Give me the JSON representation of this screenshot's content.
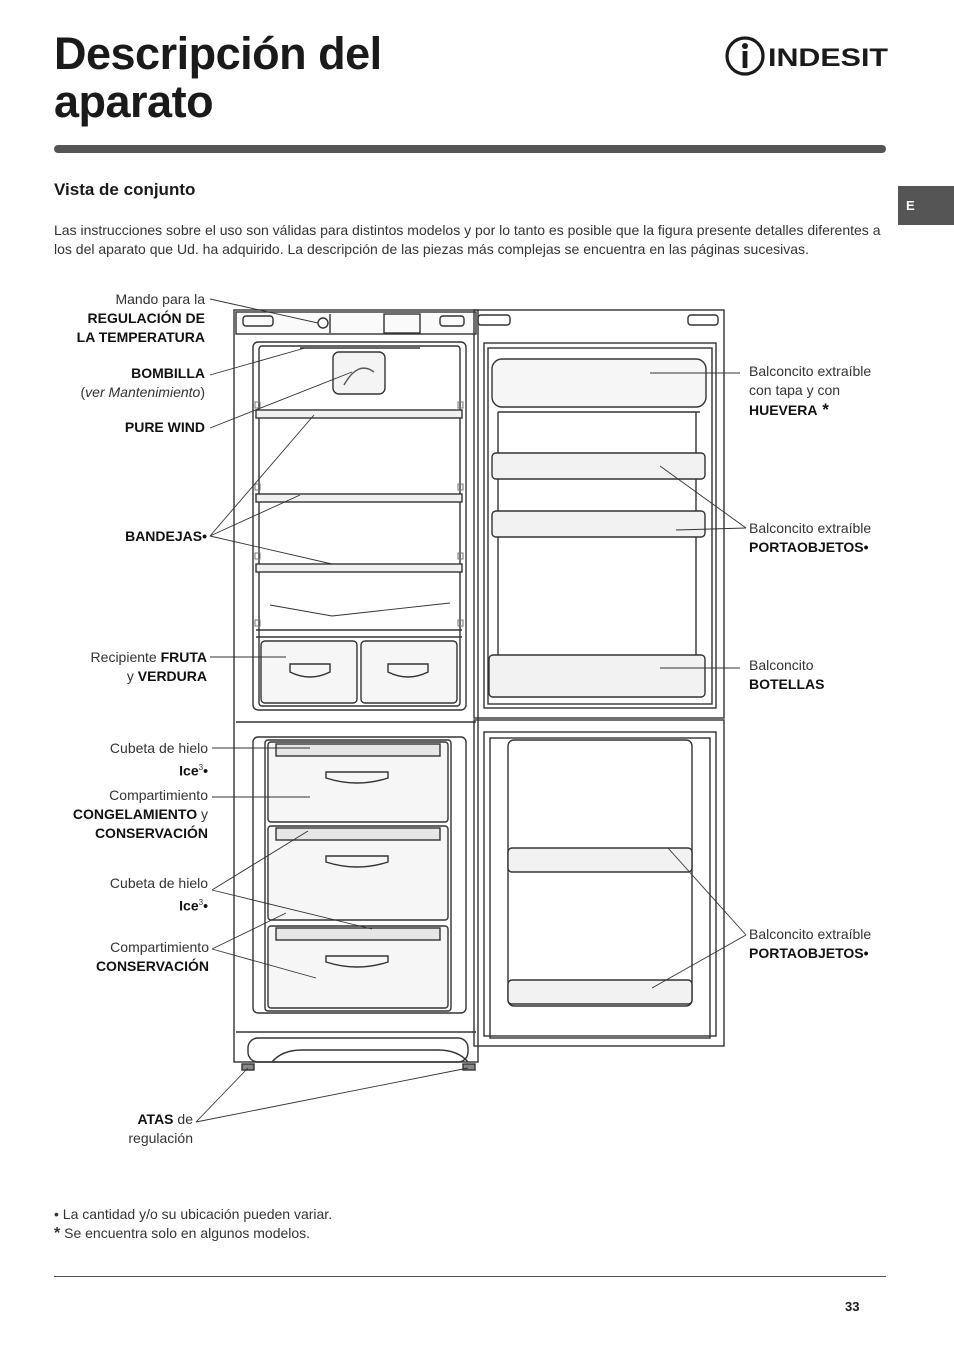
{
  "header": {
    "title_line1": "Descripción del",
    "title_line2": "aparato",
    "brand": "INDESIT"
  },
  "lang_tab": "E",
  "section": {
    "subtitle": "Vista de conjunto",
    "intro": "Las instrucciones sobre el uso son válidas para distintos modelos y por lo tanto es posible que la figura presente detalles diferentes a los del aparato que Ud. ha adquirido. La descripción de las piezas más complejas se encuentra en las páginas sucesivas."
  },
  "labels": {
    "mando_1": "Mando para la",
    "mando_2": "REGULACIÓN DE",
    "mando_3": "LA TEMPERATURA",
    "bombilla_1": "BOMBILLA",
    "bombilla_2": "ver Mantenimiento",
    "pure_wind": "PURE WIND",
    "bandejas": "BANDEJAS•",
    "fruta_1a": "Recipiente ",
    "fruta_1b": "FRUTA",
    "fruta_2a": "y ",
    "fruta_2b": "VERDURA",
    "cubeta1_1": "Cubeta de hielo",
    "cubeta1_2": "Ice",
    "cubeta1_sup": "3",
    "cubeta1_dot": "•",
    "comp1_1": "Compartimiento",
    "comp1_2a": "CONGELAMIENTO",
    "comp1_2b": " y",
    "comp1_3": "CONSERVACIÓN",
    "cubeta2_1": "Cubeta de hielo",
    "cubeta2_2": "Ice",
    "cubeta2_sup": "3",
    "cubeta2_dot": "•",
    "comp2_1": "Compartimiento",
    "comp2_2": "CONSERVACIÓN",
    "atas_1a": "ATAS",
    "atas_1b": " de",
    "atas_2": "regulación",
    "huevera_1": "Balconcito extraíble",
    "huevera_2": "con tapa y con",
    "huevera_3": "HUEVERA",
    "huevera_star": " *",
    "porta1_1": "Balconcito extraíble",
    "porta1_2": "PORTAOBJETOS•",
    "botellas_1": "Balconcito",
    "botellas_2": "BOTELLAS",
    "porta2_1": "Balconcito extraíble",
    "porta2_2": "PORTAOBJETOS•"
  },
  "notes": {
    "note1": "• La cantidad y/o su ubicación pueden variar.",
    "note2_star": "*",
    "note2": " Se encuentra solo en algunos modelos."
  },
  "page_number": "33"
}
